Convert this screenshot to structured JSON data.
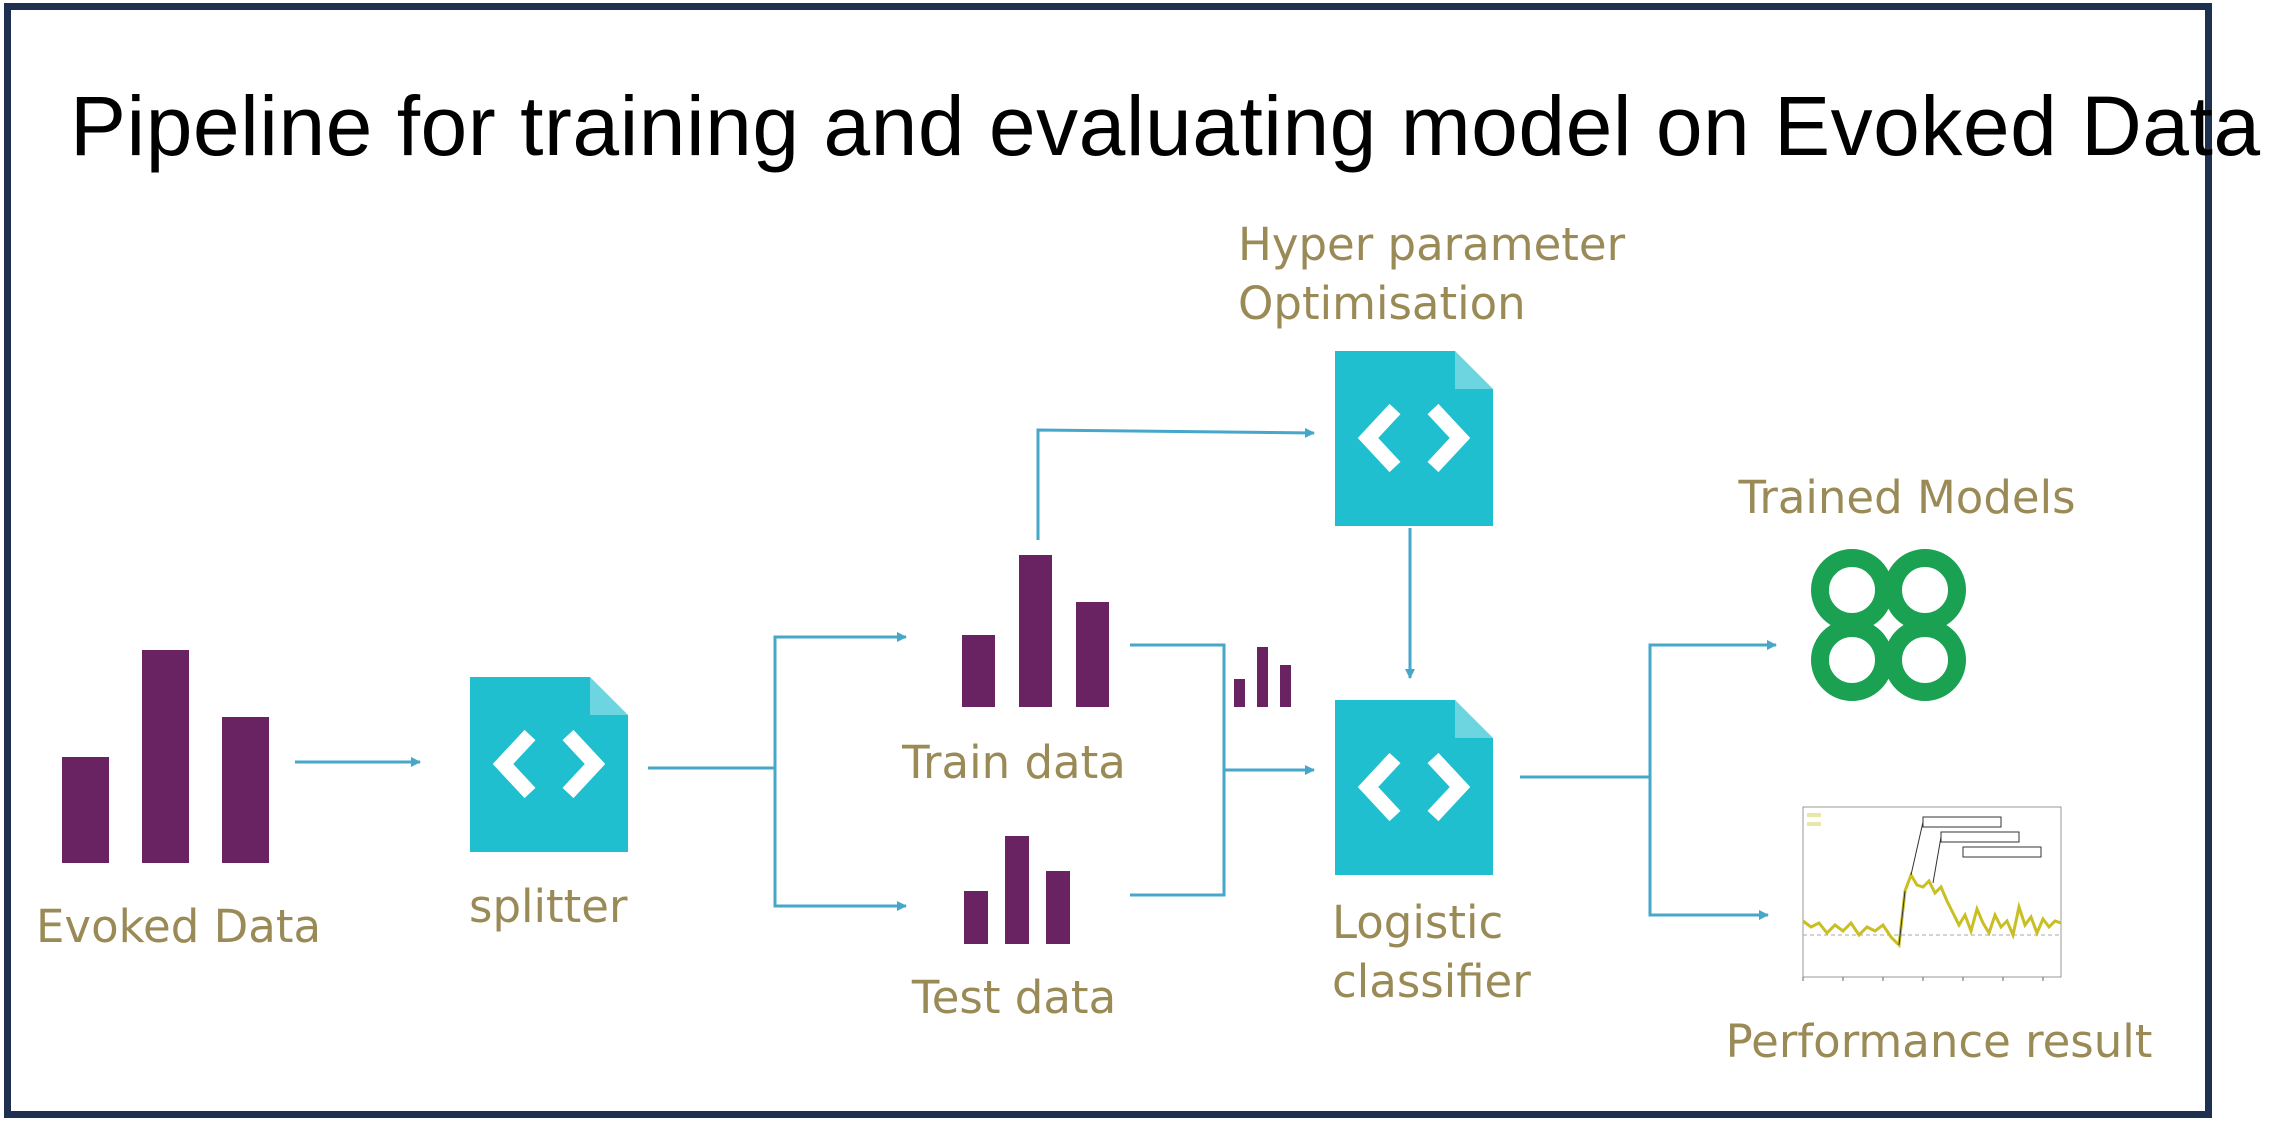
{
  "title": "Pipeline for training and evaluating model on Evoked Data",
  "colors": {
    "border": "#1e3050",
    "bar": "#6a2362",
    "module": "#1fbfcf",
    "arrow": "#46a7c9",
    "label": "#9a8a56",
    "models": "#1aa152",
    "plot_line": "#c9be22"
  },
  "nodes": {
    "evoked": {
      "label": "Evoked Data",
      "icon": "bar-chart-icon"
    },
    "splitter": {
      "label": "splitter",
      "icon": "code-file-icon"
    },
    "train": {
      "label": "Train data",
      "icon": "bar-chart-icon"
    },
    "test": {
      "label": "Test data",
      "icon": "bar-chart-icon"
    },
    "hyper": {
      "label_line1": "Hyper parameter",
      "label_line2": "Optimisation",
      "icon": "code-file-icon"
    },
    "classifier": {
      "label_line1": "Logistic",
      "label_line2": "classifier",
      "icon": "code-file-icon"
    },
    "trained": {
      "label": "Trained Models",
      "icon": "rings-icon"
    },
    "performance": {
      "label": "Performance result",
      "icon": "line-plot-thumbnail"
    }
  },
  "edges": [
    {
      "from": "evoked",
      "to": "splitter"
    },
    {
      "from": "splitter",
      "to": "train"
    },
    {
      "from": "splitter",
      "to": "test"
    },
    {
      "from": "train",
      "to": "hyper"
    },
    {
      "from": "train",
      "to": "classifier"
    },
    {
      "from": "test",
      "to": "classifier"
    },
    {
      "from": "hyper",
      "to": "classifier"
    },
    {
      "from": "classifier",
      "to": "trained"
    },
    {
      "from": "classifier",
      "to": "performance"
    }
  ]
}
